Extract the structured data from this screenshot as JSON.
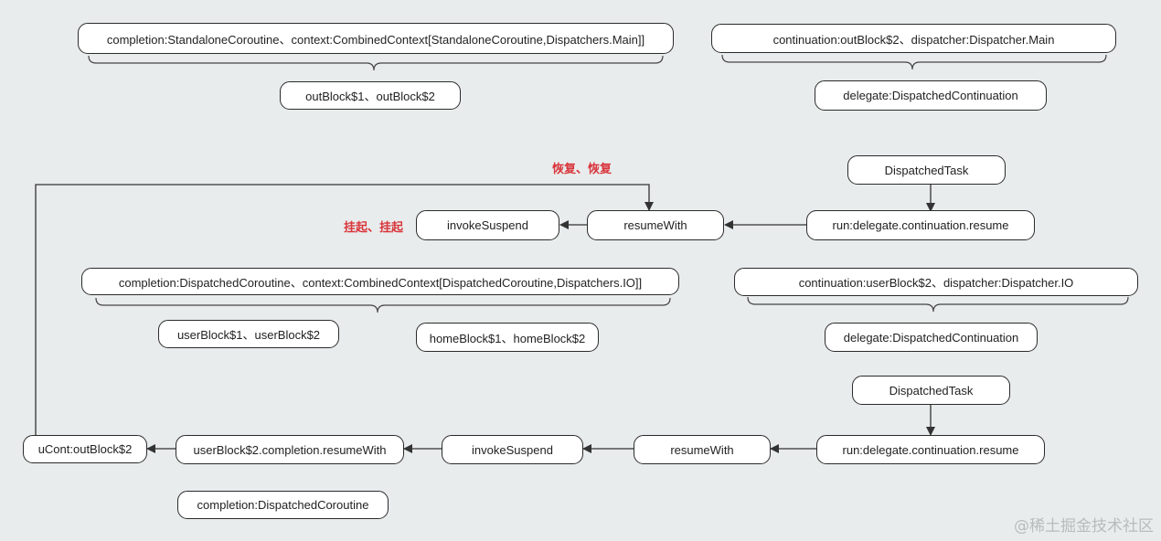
{
  "nodes": {
    "top_completion": "completion:StandaloneCoroutine、context:CombinedContext[StandaloneCoroutine,Dispatchers.Main]]",
    "top_outblocks": "outBlock$1、outBlock$2",
    "top_continuation": "continuation:outBlock$2、dispatcher:Dispatcher.Main",
    "top_delegate": "delegate:DispatchedContinuation",
    "dispatched_task_1": "DispatchedTask",
    "run_resume_1": "run:delegate.continuation.resume",
    "resume_with_1": "resumeWith",
    "invoke_suspend_1": "invokeSuspend",
    "mid_completion": "completion:DispatchedCoroutine、context:CombinedContext[DispatchedCoroutine,Dispatchers.IO]]",
    "mid_continuation": "continuation:userBlock$2、dispatcher:Dispatcher.IO",
    "user_blocks": "userBlock$1、userBlock$2",
    "home_blocks": "homeBlock$1、homeBlock$2",
    "mid_delegate": "delegate:DispatchedContinuation",
    "dispatched_task_2": "DispatchedTask",
    "run_resume_2": "run:delegate.continuation.resume",
    "resume_with_2": "resumeWith",
    "invoke_suspend_2": "invokeSuspend",
    "user_block_resume": "userBlock$2.completion.resumeWith",
    "ucont": "uCont:outBlock$2",
    "completion_dispatched": "completion:DispatchedCoroutine"
  },
  "notes": {
    "resume": "恢复、恢复",
    "suspend": "挂起、挂起"
  },
  "watermark": "@稀土掘金技术社区",
  "colors": {
    "background": "#e8ecec",
    "node_border": "#2b2b2b",
    "note": "#d9343a",
    "line": "#333333"
  }
}
